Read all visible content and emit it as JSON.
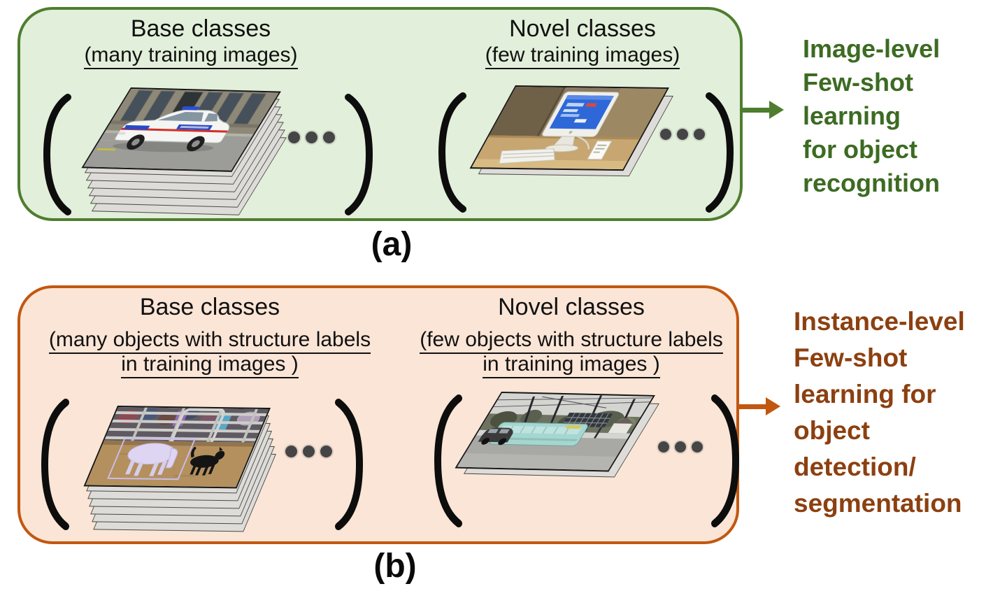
{
  "panel_a": {
    "label": "(a)",
    "base": {
      "title": "Base classes",
      "subtitle": "(many training images)",
      "photo": "police-car-street-photo"
    },
    "novel": {
      "title": "Novel classes",
      "subtitle": "(few training images)",
      "photo": "imac-computer-desk-photo"
    },
    "result": {
      "lines": [
        "Image-level",
        "Few-shot",
        "learning",
        "for object",
        "recognition"
      ]
    },
    "colors": {
      "box_fill": "#e2efda",
      "box_border": "#4e7d2f",
      "arrow": "#4e7d2f",
      "result_text": "#3c6b22"
    }
  },
  "panel_b": {
    "label": "(b)",
    "base": {
      "title": "Base classes",
      "subtitle_line1": "(many objects with structure labels",
      "subtitle_line2": "in training images )",
      "photo": "cow-segmentation-mask-dog-photo"
    },
    "novel": {
      "title": "Novel classes",
      "subtitle_line1": "(few objects with structure labels",
      "subtitle_line2": "in training images )",
      "photo": "tram-segmentation-mask-street-photo"
    },
    "result": {
      "lines": [
        "Instance-level",
        "Few-shot",
        "learning for",
        "object",
        "detection/",
        "segmentation"
      ]
    },
    "colors": {
      "box_fill": "#fbe5d6",
      "box_border": "#c25710",
      "arrow": "#c25710",
      "result_text": "#8c4010"
    }
  },
  "icons": {
    "ellipsis": "ellipsis-dots-icon",
    "bracket_left": "bracket-left-icon",
    "bracket_right": "bracket-right-icon",
    "arrow": "arrow-right-icon"
  }
}
